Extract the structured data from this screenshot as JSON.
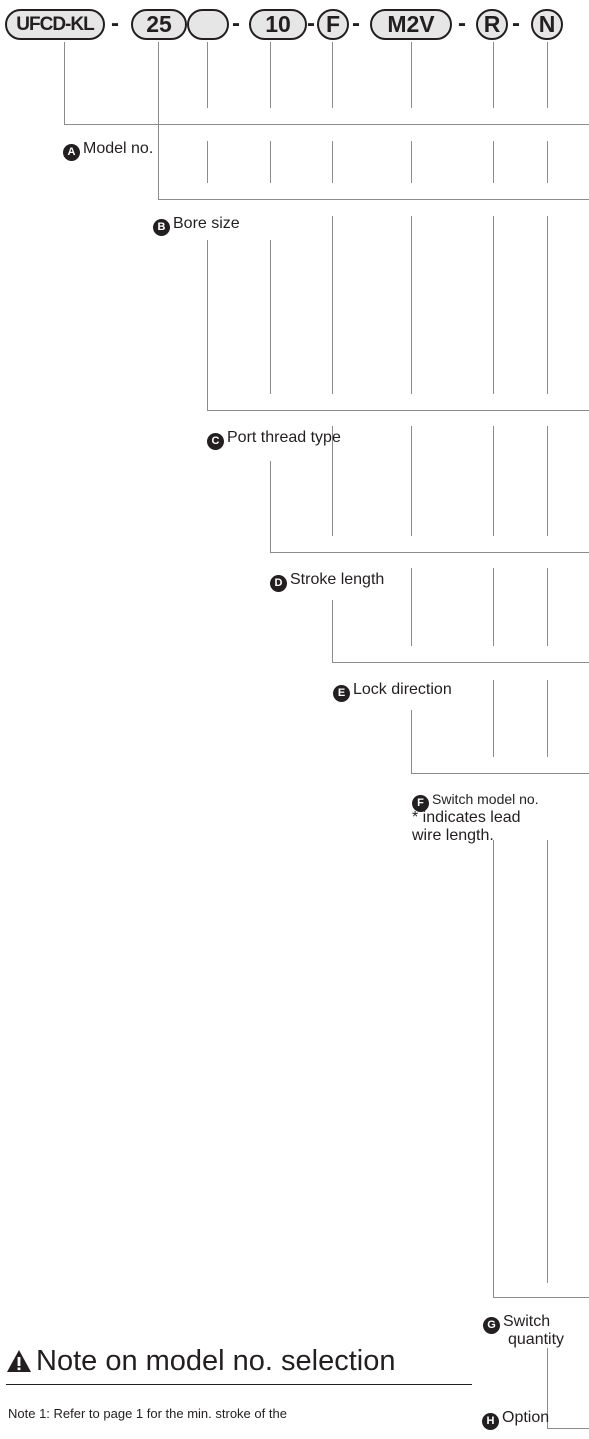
{
  "model_code": {
    "parts": [
      "UFCD-KL",
      "25",
      "",
      "10",
      "F",
      "M2V",
      "R",
      "N"
    ],
    "separator": "-"
  },
  "items": [
    {
      "badge": "A",
      "label": "Model no."
    },
    {
      "badge": "B",
      "label": "Bore size"
    },
    {
      "badge": "C",
      "label": "Port thread type"
    },
    {
      "badge": "D",
      "label": "Stroke length"
    },
    {
      "badge": "E",
      "label": "Lock direction"
    },
    {
      "badge": "F",
      "label": "Switch model no.",
      "note_line1": "* indicates lead",
      "note_line2": "wire length."
    },
    {
      "badge": "G",
      "label": "Switch",
      "label_line2": "quantity"
    },
    {
      "badge": "H",
      "label": "Option"
    }
  ],
  "note": {
    "title": "Note on model no. selection",
    "icon": "warning-icon",
    "text": "Note 1: Refer to page 1 for the min. stroke of the"
  }
}
